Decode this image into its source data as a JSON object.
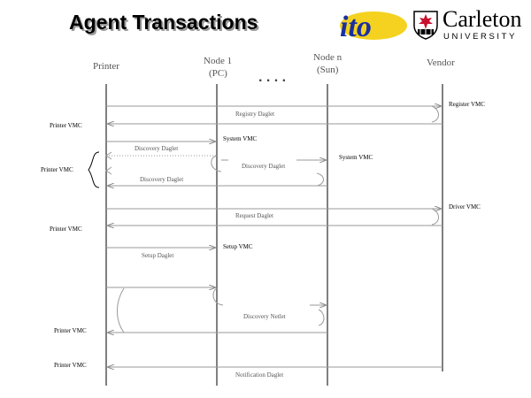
{
  "title": "Agent Transactions",
  "logos": {
    "ito": "ito",
    "university": "Carleton",
    "university_sub": "UNIVERSITY"
  },
  "columns": {
    "printer": "Printer",
    "node1_line1": "Node 1",
    "node1_line2": "(PC)",
    "ellipsis": ". . . .",
    "noden_line1": "Node n",
    "noden_line2": "(Sun)",
    "vendor": "Vendor"
  },
  "labels": {
    "register_vmc": "Register VMC",
    "registry_daglet": "Registry Daglet",
    "printer_vmc_1": "Printer VMC",
    "system_vmc_node1": "System VMC",
    "discovery_daglet_1": "Discovery Daglet",
    "system_vmc_noden": "System VMC",
    "printer_vmc_brace": "Printer VMC",
    "discovery_daglet_2": "Discovery Daglet",
    "discovery_daglet_3": "Discovery Daglet",
    "driver_vmc": "Driver VMC",
    "request_daglet": "Request Daglet",
    "printer_vmc_2": "Printer VMC",
    "setup_vmc": "Setup VMC",
    "setup_daglet": "Setup Daglet",
    "discovery_netlet": "Discovery Netlet",
    "printer_vmc_3": "Printer VMC",
    "printer_vmc_4": "Printer VMC",
    "notification_daglet": "Notification Daglet"
  },
  "colors": {
    "lifeline": "#000000",
    "arrow": "#9a9a9a",
    "ito_blue": "#1a2fa0",
    "ito_yellow": "#f4d21f",
    "crest_red": "#c8102e"
  }
}
